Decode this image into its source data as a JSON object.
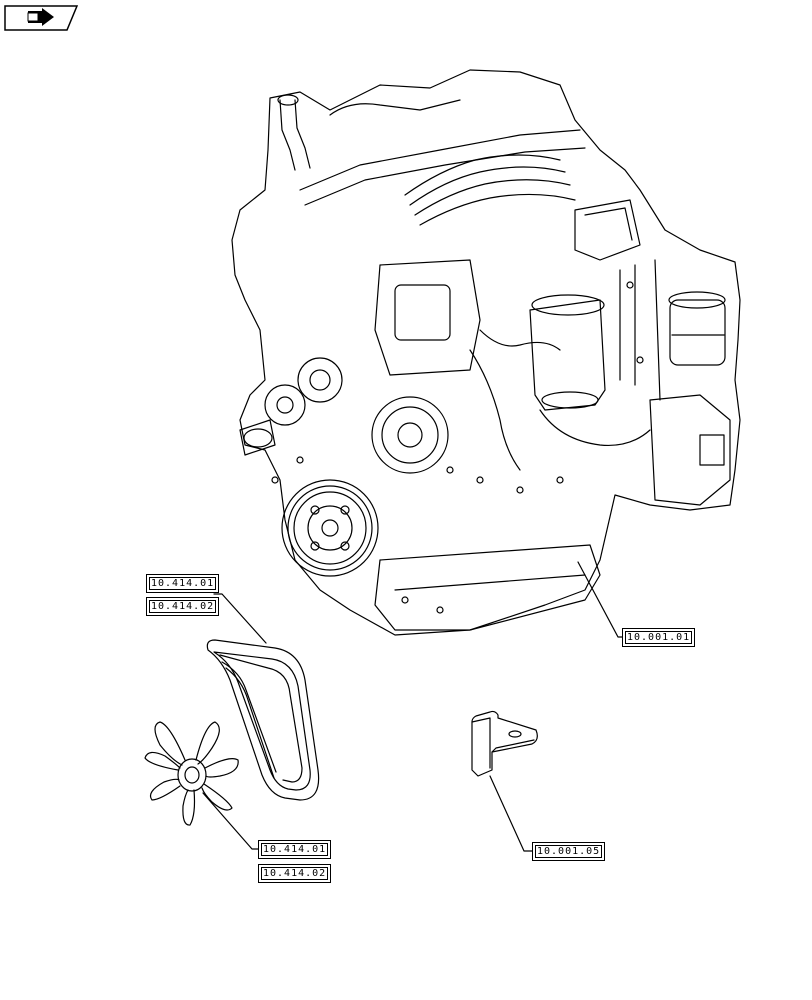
{
  "navigation": {
    "badge_icon": "page-turn-arrow-icon"
  },
  "callouts": {
    "engine_assembly": "10.001.01",
    "belt_ref_a": "10.414.01",
    "belt_ref_b": "10.414.02",
    "fan_ref_a": "10.414.01",
    "fan_ref_b": "10.414.02",
    "bracket_ref": "10.001.05"
  },
  "colors": {
    "line": "#000000",
    "paper": "#ffffff"
  }
}
